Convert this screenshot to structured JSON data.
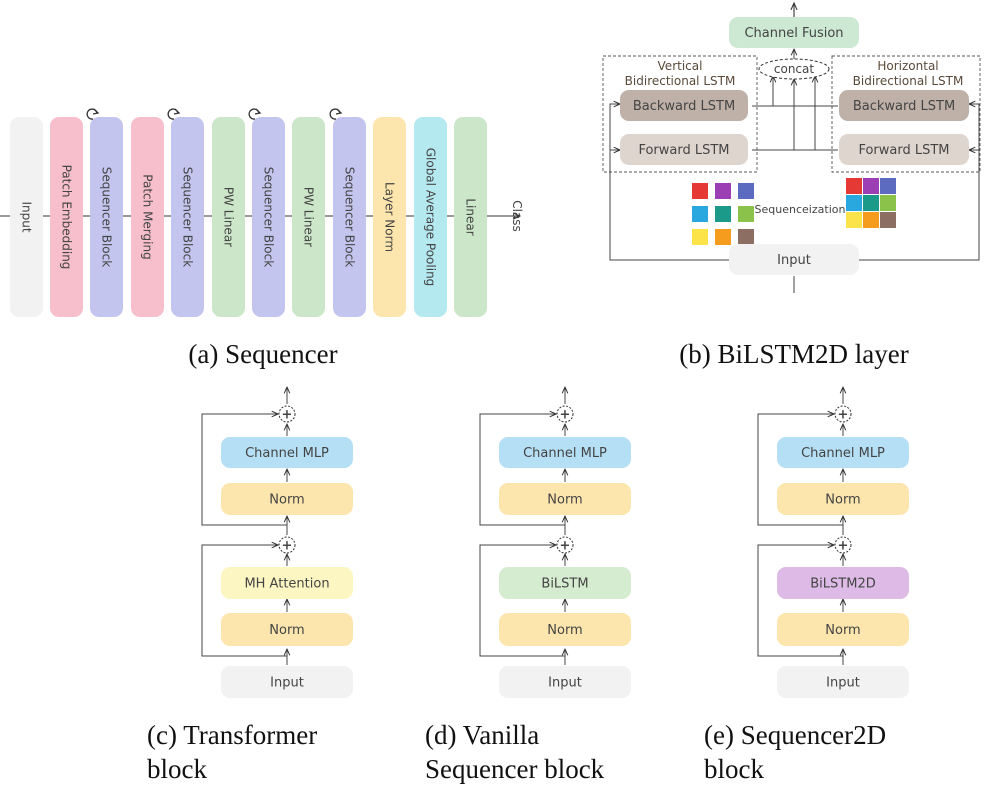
{
  "panel_a": {
    "blocks": [
      {
        "label": "Input",
        "color": "#f2f2f2",
        "loop": false
      },
      {
        "label": "Patch Embedding",
        "color": "#f7bfcc",
        "loop": false
      },
      {
        "label": "Sequencer Block",
        "color": "#c3c5ee",
        "loop": true
      },
      {
        "label": "Patch Merging",
        "color": "#f7bfcc",
        "loop": false
      },
      {
        "label": "Sequencer Block",
        "color": "#c3c5ee",
        "loop": true
      },
      {
        "label": "PW Linear",
        "color": "#cbe6c8",
        "loop": false
      },
      {
        "label": "Sequencer Block",
        "color": "#c3c5ee",
        "loop": true
      },
      {
        "label": "PW Linear",
        "color": "#cbe6c8",
        "loop": false
      },
      {
        "label": "Sequencer Block",
        "color": "#c3c5ee",
        "loop": true
      },
      {
        "label": "Layer Norm",
        "color": "#fde6ad",
        "loop": false
      },
      {
        "label": "Global Average Pooling",
        "color": "#b5e9f0",
        "loop": false
      },
      {
        "label": "Linear",
        "color": "#cbe6c8",
        "loop": false
      }
    ],
    "output_label": "Class",
    "caption": "(a) Sequencer"
  },
  "panel_b": {
    "channel_fusion": "Channel Fusion",
    "concat": "concat",
    "vertical_title": [
      "Vertical",
      "Bidirectional LSTM"
    ],
    "horizontal_title": [
      "Horizontal",
      "Bidirectional LSTM"
    ],
    "backward_lstm": "Backward LSTM",
    "forward_lstm": "Forward LSTM",
    "sequenceization": "Sequenceization",
    "input": "Input",
    "caption": "(b) BiLSTM2D layer",
    "colors": {
      "channel_fusion": "#cde9d4",
      "lstm_dark": "#bfb1a8",
      "lstm_light": "#dfd5cf",
      "input": "#f2f2f2"
    },
    "grid_left": [
      "#e53935",
      "#9c3fb5",
      "#5c6bc0",
      "#29a8e0",
      "#1b9a8a",
      "#8bc34a",
      "#fde34a",
      "#f59b1e",
      "#8d6e63"
    ],
    "grid_right": [
      "#e53935",
      "#9c3fb5",
      "#5c6bc0",
      "#29a8e0",
      "#1b9a8a",
      "#8bc34a",
      "#fde34a",
      "#f59b1e",
      "#8d6e63"
    ]
  },
  "blocks": [
    {
      "id": "transformer",
      "top": "Channel MLP",
      "top_norm": "Norm",
      "mixer": "MH Attention",
      "mixer_color": "#fcf6c2",
      "bottom_norm": "Norm",
      "input": "Input",
      "caption": [
        "(c) Transformer",
        "block"
      ]
    },
    {
      "id": "vanilla",
      "top": "Channel MLP",
      "top_norm": "Norm",
      "mixer": "BiLSTM",
      "mixer_color": "#d6ecd0",
      "bottom_norm": "Norm",
      "input": "Input",
      "caption": [
        "(d) Vanilla",
        "Sequencer block"
      ]
    },
    {
      "id": "sequencer2d",
      "top": "Channel MLP",
      "top_norm": "Norm",
      "mixer": "BiLSTM2D",
      "mixer_color": "#ddbbe6",
      "bottom_norm": "Norm",
      "input": "Input",
      "caption": [
        "(e) Sequencer2D",
        "block"
      ]
    }
  ],
  "block_colors": {
    "mlp": "#b5dff5",
    "norm": "#fde6ad",
    "input": "#f2f2f2"
  },
  "plus_symbol": "+"
}
